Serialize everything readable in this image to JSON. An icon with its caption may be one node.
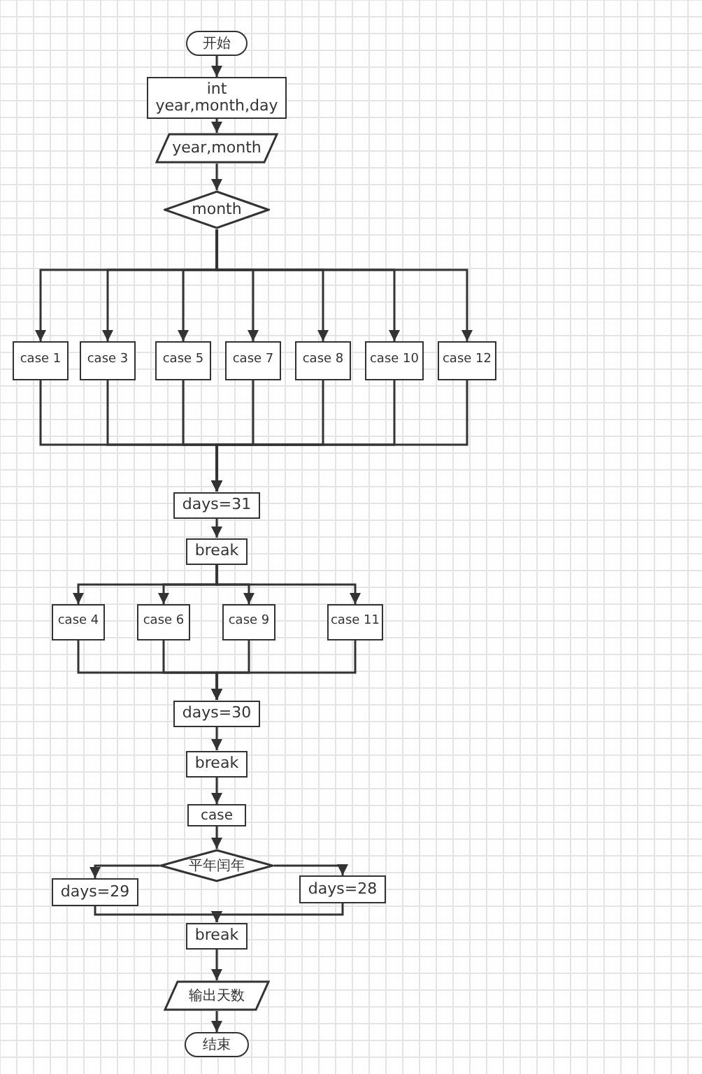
{
  "diagram": {
    "nodes": [
      {
        "text": [
          "开始"
        ]
      },
      {
        "text": [
          "int year,month,day"
        ]
      },
      {
        "text": [
          "year,month"
        ]
      },
      {
        "text": [
          "month"
        ]
      },
      {
        "text": [
          "case 1"
        ]
      },
      {
        "text": [
          "case 3"
        ]
      },
      {
        "text": [
          "case 5"
        ]
      },
      {
        "text": [
          "case 7"
        ]
      },
      {
        "text": [
          "case 8"
        ]
      },
      {
        "text": [
          "case 10"
        ]
      },
      {
        "text": [
          "case 12"
        ]
      },
      {
        "text": [
          "days=31"
        ]
      },
      {
        "text": [
          "break"
        ]
      },
      {
        "text": [
          "case 4"
        ]
      },
      {
        "text": [
          "case 6"
        ]
      },
      {
        "text": [
          "case 9"
        ]
      },
      {
        "text": [
          "case 11"
        ]
      },
      {
        "text": [
          "days=30"
        ]
      },
      {
        "text": [
          "break"
        ]
      },
      {
        "text": [
          "case"
        ]
      },
      {
        "text": [
          "平年闰年"
        ]
      },
      {
        "text": [
          "days=29"
        ]
      },
      {
        "text": [
          "days=28"
        ]
      },
      {
        "text": [
          "break"
        ]
      },
      {
        "text": [
          "输出天数"
        ]
      },
      {
        "text": [
          "结束"
        ]
      }
    ],
    "edges": [
      {
        "from": 0,
        "to": 1,
        "arrow": "to"
      },
      {
        "from": 1,
        "to": 2,
        "arrow": "to"
      },
      {
        "from": 2,
        "to": 3,
        "arrow": "to"
      },
      {
        "from": 3,
        "to": 4,
        "arrow": "to"
      },
      {
        "from": 3,
        "to": 5,
        "arrow": "to"
      },
      {
        "from": 3,
        "to": 6,
        "arrow": "to"
      },
      {
        "from": 3,
        "to": 7,
        "arrow": "to"
      },
      {
        "from": 3,
        "to": 8,
        "arrow": "to"
      },
      {
        "from": 3,
        "to": 9,
        "arrow": "to"
      },
      {
        "from": 3,
        "to": 10,
        "arrow": "to"
      },
      {
        "from": 4,
        "to": 11,
        "arrow": "to"
      },
      {
        "from": 5,
        "to": 11,
        "arrow": "to"
      },
      {
        "from": 6,
        "to": 11,
        "arrow": "to"
      },
      {
        "from": 7,
        "to": 11,
        "arrow": "to"
      },
      {
        "from": 8,
        "to": 11,
        "arrow": "to"
      },
      {
        "from": 9,
        "to": 11,
        "arrow": "to"
      },
      {
        "from": 10,
        "to": 11,
        "arrow": "to"
      },
      {
        "from": 11,
        "to": 12,
        "arrow": "to"
      },
      {
        "from": 12,
        "to": 13,
        "arrow": "to"
      },
      {
        "from": 12,
        "to": 14,
        "arrow": "to"
      },
      {
        "from": 12,
        "to": 15,
        "arrow": "to"
      },
      {
        "from": 12,
        "to": 16,
        "arrow": "to"
      },
      {
        "from": 13,
        "to": 17,
        "arrow": "to"
      },
      {
        "from": 14,
        "to": 17,
        "arrow": "to"
      },
      {
        "from": 15,
        "to": 17,
        "arrow": "to"
      },
      {
        "from": 16,
        "to": 17,
        "arrow": "to"
      },
      {
        "from": 17,
        "to": 18,
        "arrow": "to"
      },
      {
        "from": 18,
        "to": 19,
        "arrow": "to"
      },
      {
        "from": 19,
        "to": 20,
        "arrow": "to"
      },
      {
        "from": 20,
        "to": 21,
        "arrow": "to"
      },
      {
        "from": 20,
        "to": 22,
        "arrow": "to"
      },
      {
        "from": 21,
        "to": 23,
        "arrow": "to"
      },
      {
        "from": 22,
        "to": 23,
        "arrow": "to"
      },
      {
        "from": 23,
        "to": 24,
        "arrow": "to"
      },
      {
        "from": 24,
        "to": 25,
        "arrow": "to"
      }
    ]
  }
}
